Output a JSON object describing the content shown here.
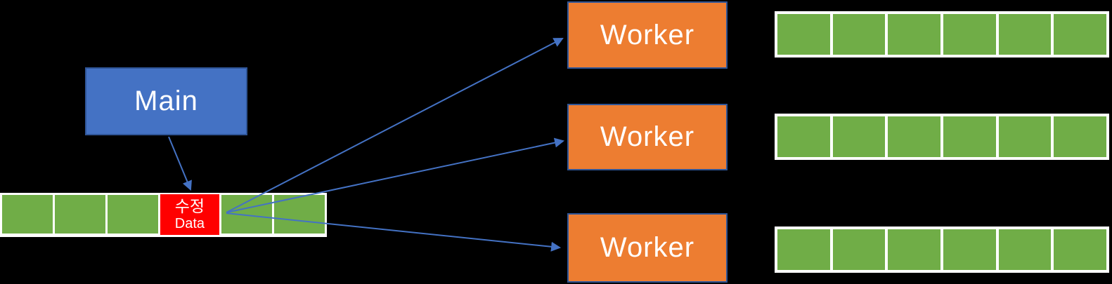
{
  "canvas": {
    "background": "#000000"
  },
  "palette": {
    "bg": "#000000",
    "text": "#FFFFFF",
    "main_fill": "#4472C4",
    "main_border": "#2F5597",
    "worker_fill": "#ED7D31",
    "worker_border": "#2F5597",
    "strip_bg": "#FFFFFF",
    "cell_green": "#70AD47",
    "cell_red": "#FF0000",
    "arrow": "#4472C4"
  },
  "main_box": {
    "label": "Main"
  },
  "workers": [
    {
      "label": "Worker"
    },
    {
      "label": "Worker"
    },
    {
      "label": "Worker"
    }
  ],
  "shared_array": {
    "cells": [
      "green",
      "green",
      "green",
      "modified",
      "green",
      "green"
    ],
    "modified_cell": {
      "line1": "수정",
      "line2": "Data"
    }
  },
  "worker_arrays": [
    {
      "cells": 6
    },
    {
      "cells": 6
    },
    {
      "cells": 6
    }
  ]
}
